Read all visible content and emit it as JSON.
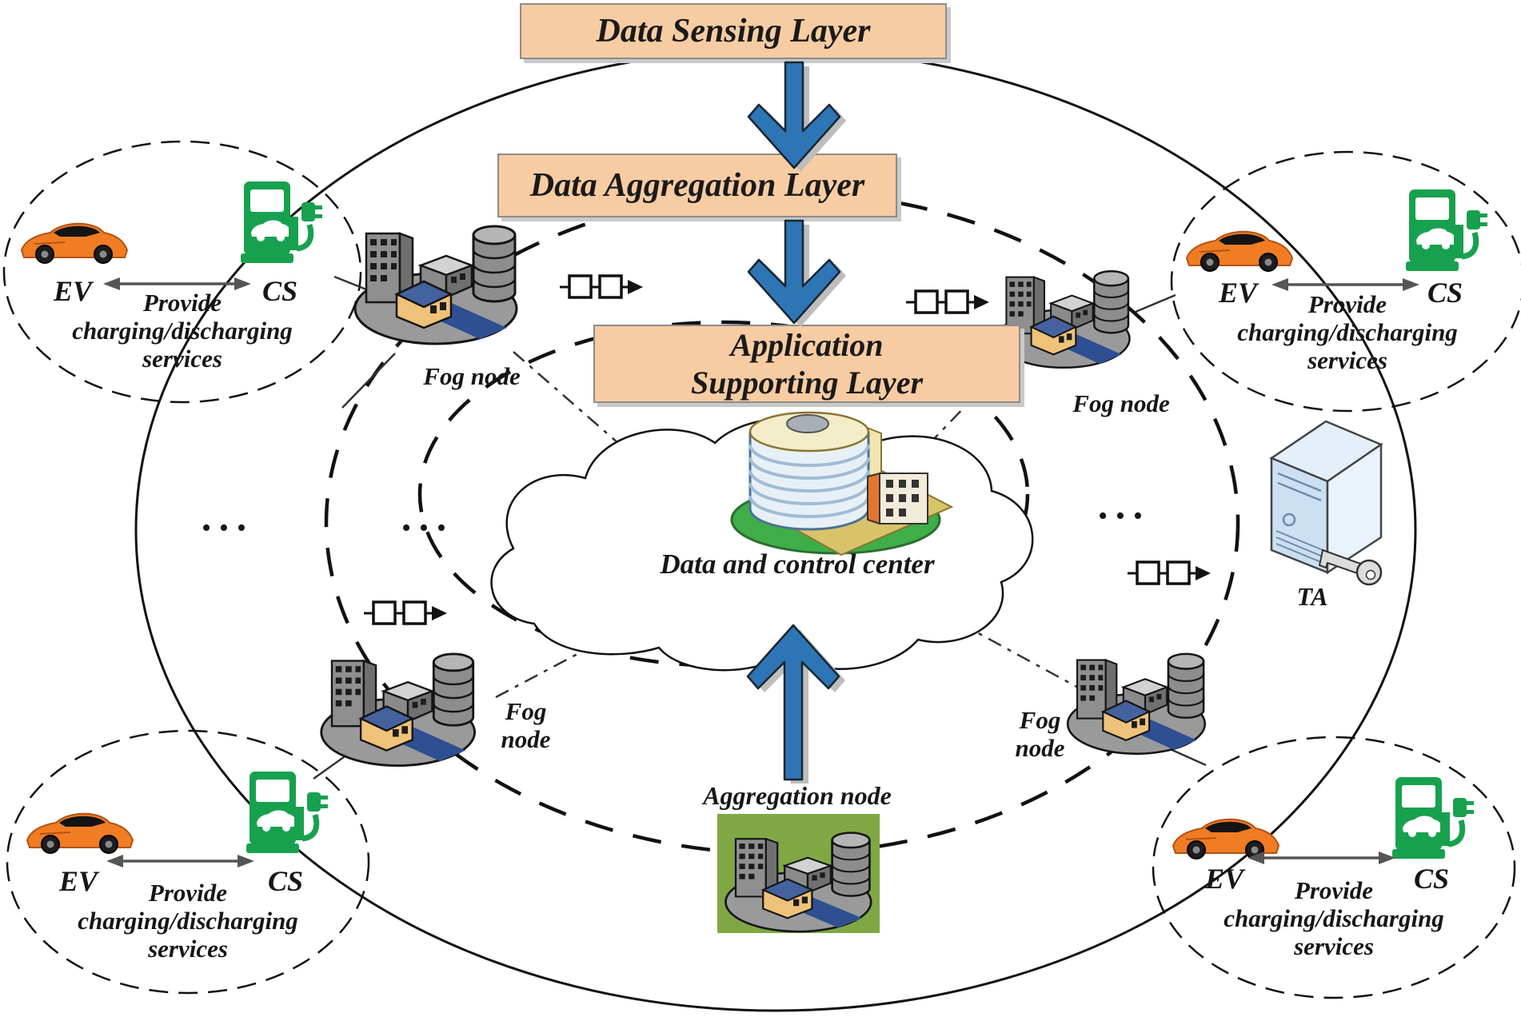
{
  "layers": {
    "sensing": "Data Sensing Layer",
    "aggregation": "Data Aggregation Layer",
    "application_line1": "Application",
    "application_line2": "Supporting Layer"
  },
  "center": {
    "cloud_label": "Data and control center"
  },
  "nodes": {
    "fog_label": "Fog node",
    "fog_label_line1": "Fog",
    "fog_label_line2": "node",
    "aggregation_label": "Aggregation node",
    "trusted_authority_label": "TA"
  },
  "ev_cluster": {
    "ev_label": "EV",
    "cs_label": "CS",
    "service_line1": "Provide",
    "service_line2": "charging/discharging",
    "service_line3": "services"
  },
  "misc": {
    "ellipsis": "•••"
  },
  "icons": {
    "fog_node": "city-block-icon",
    "aggregation_node": "city-block-on-green-icon",
    "data_center": "tower-building-in-cloud-icon",
    "trusted_authority": "server-with-key-icon",
    "ev": "orange-car-icon",
    "cs": "green-charging-station-icon",
    "packet": "two-squares-arrow-flow-icon"
  },
  "colors": {
    "layer_box_fill": "#F8CCA2",
    "layer_box_border": "#8C8C8C",
    "arrow_blue": "#2E75B6",
    "charging_station_green": "#17A14E",
    "ev_orange": "#F07C24",
    "aggregation_bg_green": "#7FA845",
    "fog_base_gray": "#9A9A9A",
    "road_blue": "#2E4F92",
    "server_face_blue": "#CCE0F2",
    "cloud_outline": "#111111"
  }
}
